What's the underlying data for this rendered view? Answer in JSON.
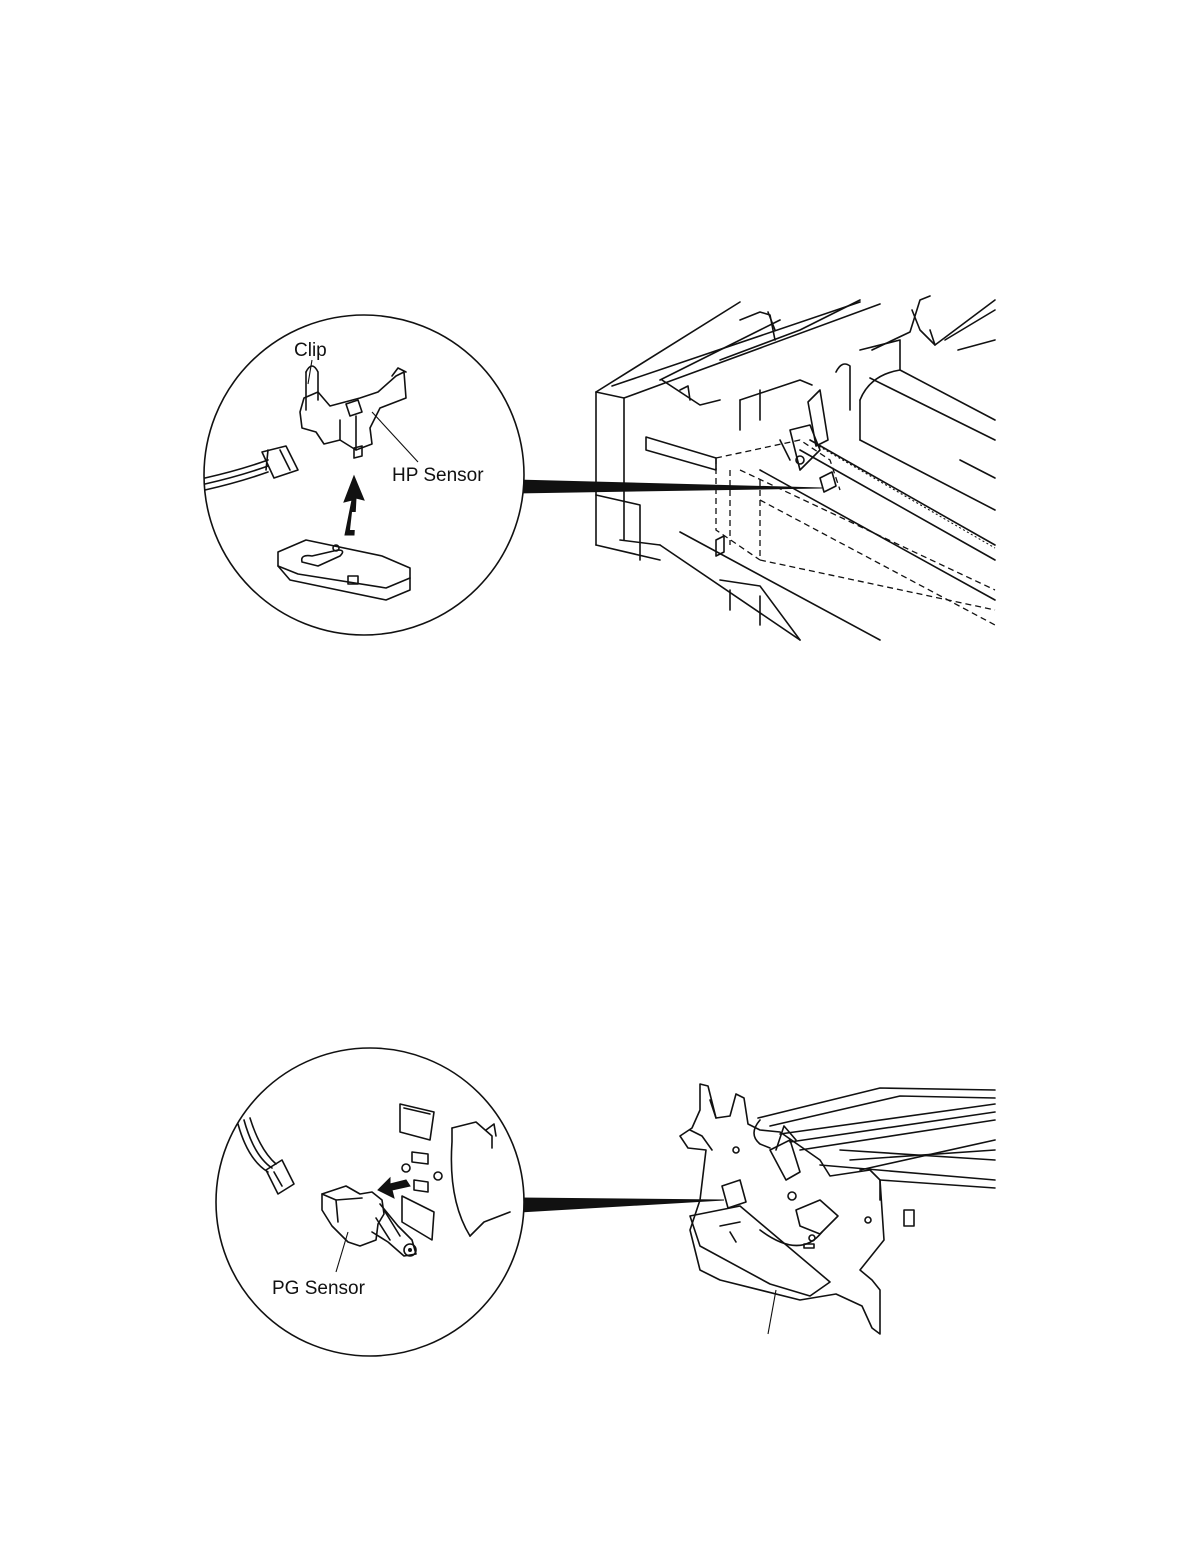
{
  "figure_top": {
    "labels": {
      "clip": "Clip",
      "hp_sensor": "HP Sensor"
    }
  },
  "figure_bottom": {
    "labels": {
      "pg_sensor": "PG Sensor"
    }
  }
}
